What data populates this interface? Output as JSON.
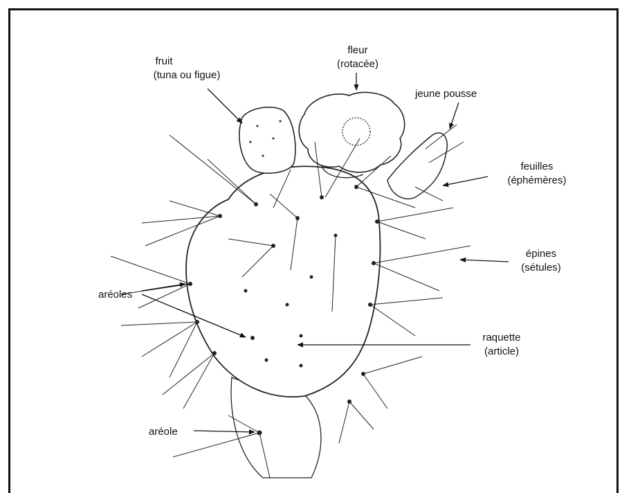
{
  "labels": {
    "fruit_1": "fruit",
    "fruit_2": "(tuna ou figue)",
    "fleur_1": "fleur",
    "fleur_2": "(rotacée)",
    "jeune_pousse": "jeune pousse",
    "feuilles_1": "feuilles",
    "feuilles_2": "(éphémères)",
    "epines_1": "épines",
    "epines_2": "(sétules)",
    "areoles": "aréoles",
    "raquette_1": "raquette",
    "raquette_2": "(article)",
    "areole": "aréole"
  }
}
